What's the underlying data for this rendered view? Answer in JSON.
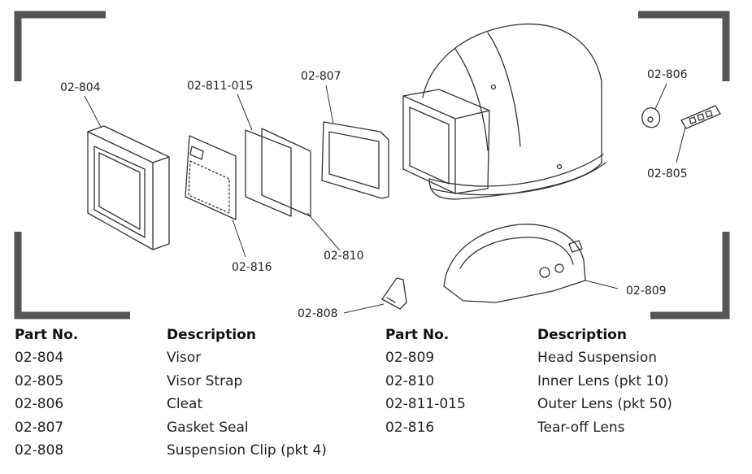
{
  "callouts": {
    "visor": "02-804",
    "outer_lens": "02-811-015",
    "gasket_seal": "02-807",
    "cleat": "02-806",
    "visor_strap": "02-805",
    "tearoff_lens": "02-816",
    "inner_lens": "02-810",
    "suspension_clip": "02-808",
    "head_suspension": "02-809"
  },
  "colors": {
    "highlight": "#8fd3a0",
    "frame": "#555555",
    "line": "#333333"
  },
  "table": {
    "headers": {
      "part_no": "Part No.",
      "description": "Description"
    },
    "left_rows": [
      {
        "part": "02-804",
        "desc": "Visor"
      },
      {
        "part": "02-805",
        "desc": "Visor Strap"
      },
      {
        "part": "02-806",
        "desc": "Cleat"
      },
      {
        "part": "02-807",
        "desc": "Gasket Seal"
      },
      {
        "part": "02-808",
        "desc": "Suspension Clip (pkt 4)"
      }
    ],
    "right_rows": [
      {
        "part": "02-809",
        "desc": "Head Suspension"
      },
      {
        "part": "02-810",
        "desc": "Inner Lens (pkt 10)"
      },
      {
        "part": "02-811-015",
        "desc": "Outer Lens (pkt 50)"
      },
      {
        "part": "02-816",
        "desc": "Tear-off Lens"
      }
    ]
  }
}
